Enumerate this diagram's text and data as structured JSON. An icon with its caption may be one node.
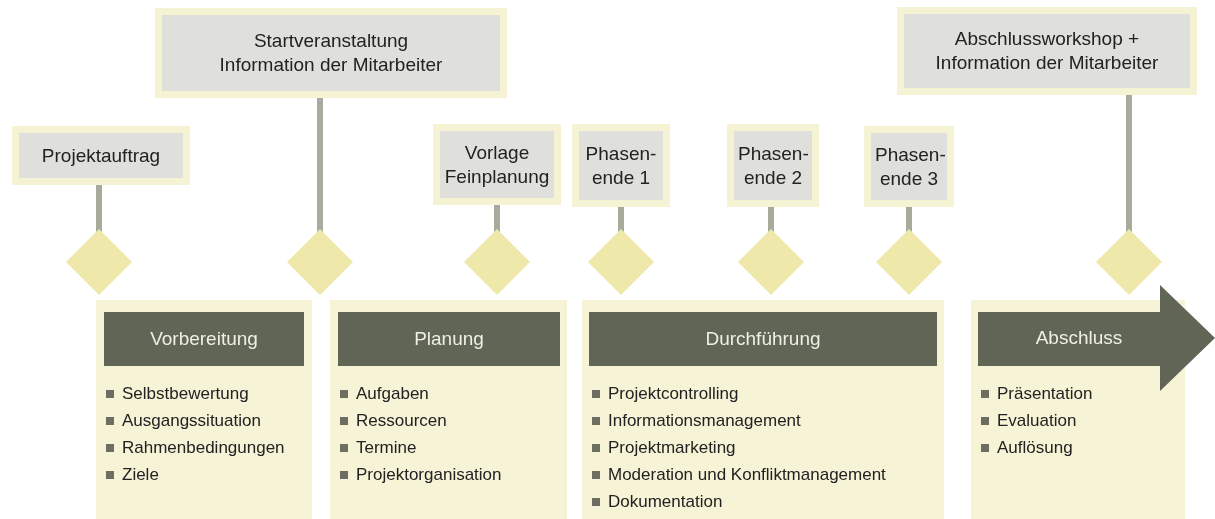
{
  "diagram": {
    "nodes": [
      {
        "text": [
          "Projektauftrag"
        ]
      },
      {
        "text": [
          "Startveranstaltung Information der Mitarbeiter"
        ]
      },
      {
        "text": [
          "Vorlage Feinplanung"
        ]
      },
      {
        "text": [
          "Phasen- ende 1"
        ]
      },
      {
        "text": [
          "Phasen- ende 2"
        ]
      },
      {
        "text": [
          "Phasen- ende 3"
        ]
      },
      {
        "text": [
          "Abschlussworkshop + Information der Mitarbeiter"
        ]
      },
      {
        "text": [],
        "shape": "diamond"
      },
      {
        "text": [],
        "shape": "diamond"
      },
      {
        "text": [],
        "shape": "diamond"
      },
      {
        "text": [],
        "shape": "diamond"
      },
      {
        "text": [],
        "shape": "diamond"
      },
      {
        "text": [],
        "shape": "diamond"
      },
      {
        "text": [],
        "shape": "diamond"
      },
      {
        "text": [
          "Selbstbewertung",
          "Ausgangssituation",
          "Rahmenbedingungen",
          "Ziele"
        ]
      },
      {
        "text": [
          "Vorbereitung"
        ],
        "in": 14
      },
      {
        "text": [
          "Aufgaben",
          "Ressourcen",
          "Termine",
          "Projektorganisation"
        ]
      },
      {
        "text": [
          "Planung"
        ],
        "in": 16
      },
      {
        "text": [
          "Projektcontrolling",
          "Informationsmanagement",
          "Projektmarketing",
          "Moderation und Konfliktmanagement",
          "Dokumentation"
        ]
      },
      {
        "text": [
          "Durchführung"
        ],
        "in": 18
      },
      {
        "text": [
          "Präsentation",
          "Evaluation",
          "Auflösung"
        ]
      },
      {
        "text": [
          "Abschluss"
        ]
      }
    ],
    "edges": [
      {
        "from": 0,
        "to": 7,
        "arrow": "none"
      },
      {
        "from": 1,
        "to": 8,
        "arrow": "none"
      },
      {
        "from": 2,
        "to": 9,
        "arrow": "none"
      },
      {
        "from": 3,
        "to": 10,
        "arrow": "none"
      },
      {
        "from": 4,
        "to": 11,
        "arrow": "none"
      },
      {
        "from": 5,
        "to": 12,
        "arrow": "none"
      },
      {
        "from": 6,
        "to": 13,
        "arrow": "none"
      }
    ]
  }
}
